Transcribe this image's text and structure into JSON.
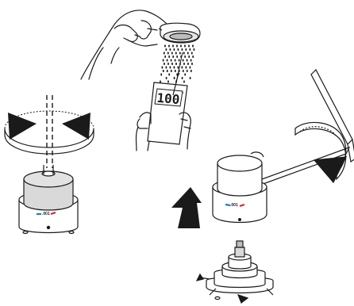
{
  "thermometer": {
    "reading": "100",
    "unit": "°"
  },
  "cartridge_left": {
    "scale_label": ".001"
  },
  "cartridge_right": {
    "scale_label": ".001"
  },
  "colors": {
    "cold": "#1f78c8",
    "hot": "#d9232a",
    "arrow": "#1a1a1a",
    "cap": "#d9d9d9"
  }
}
